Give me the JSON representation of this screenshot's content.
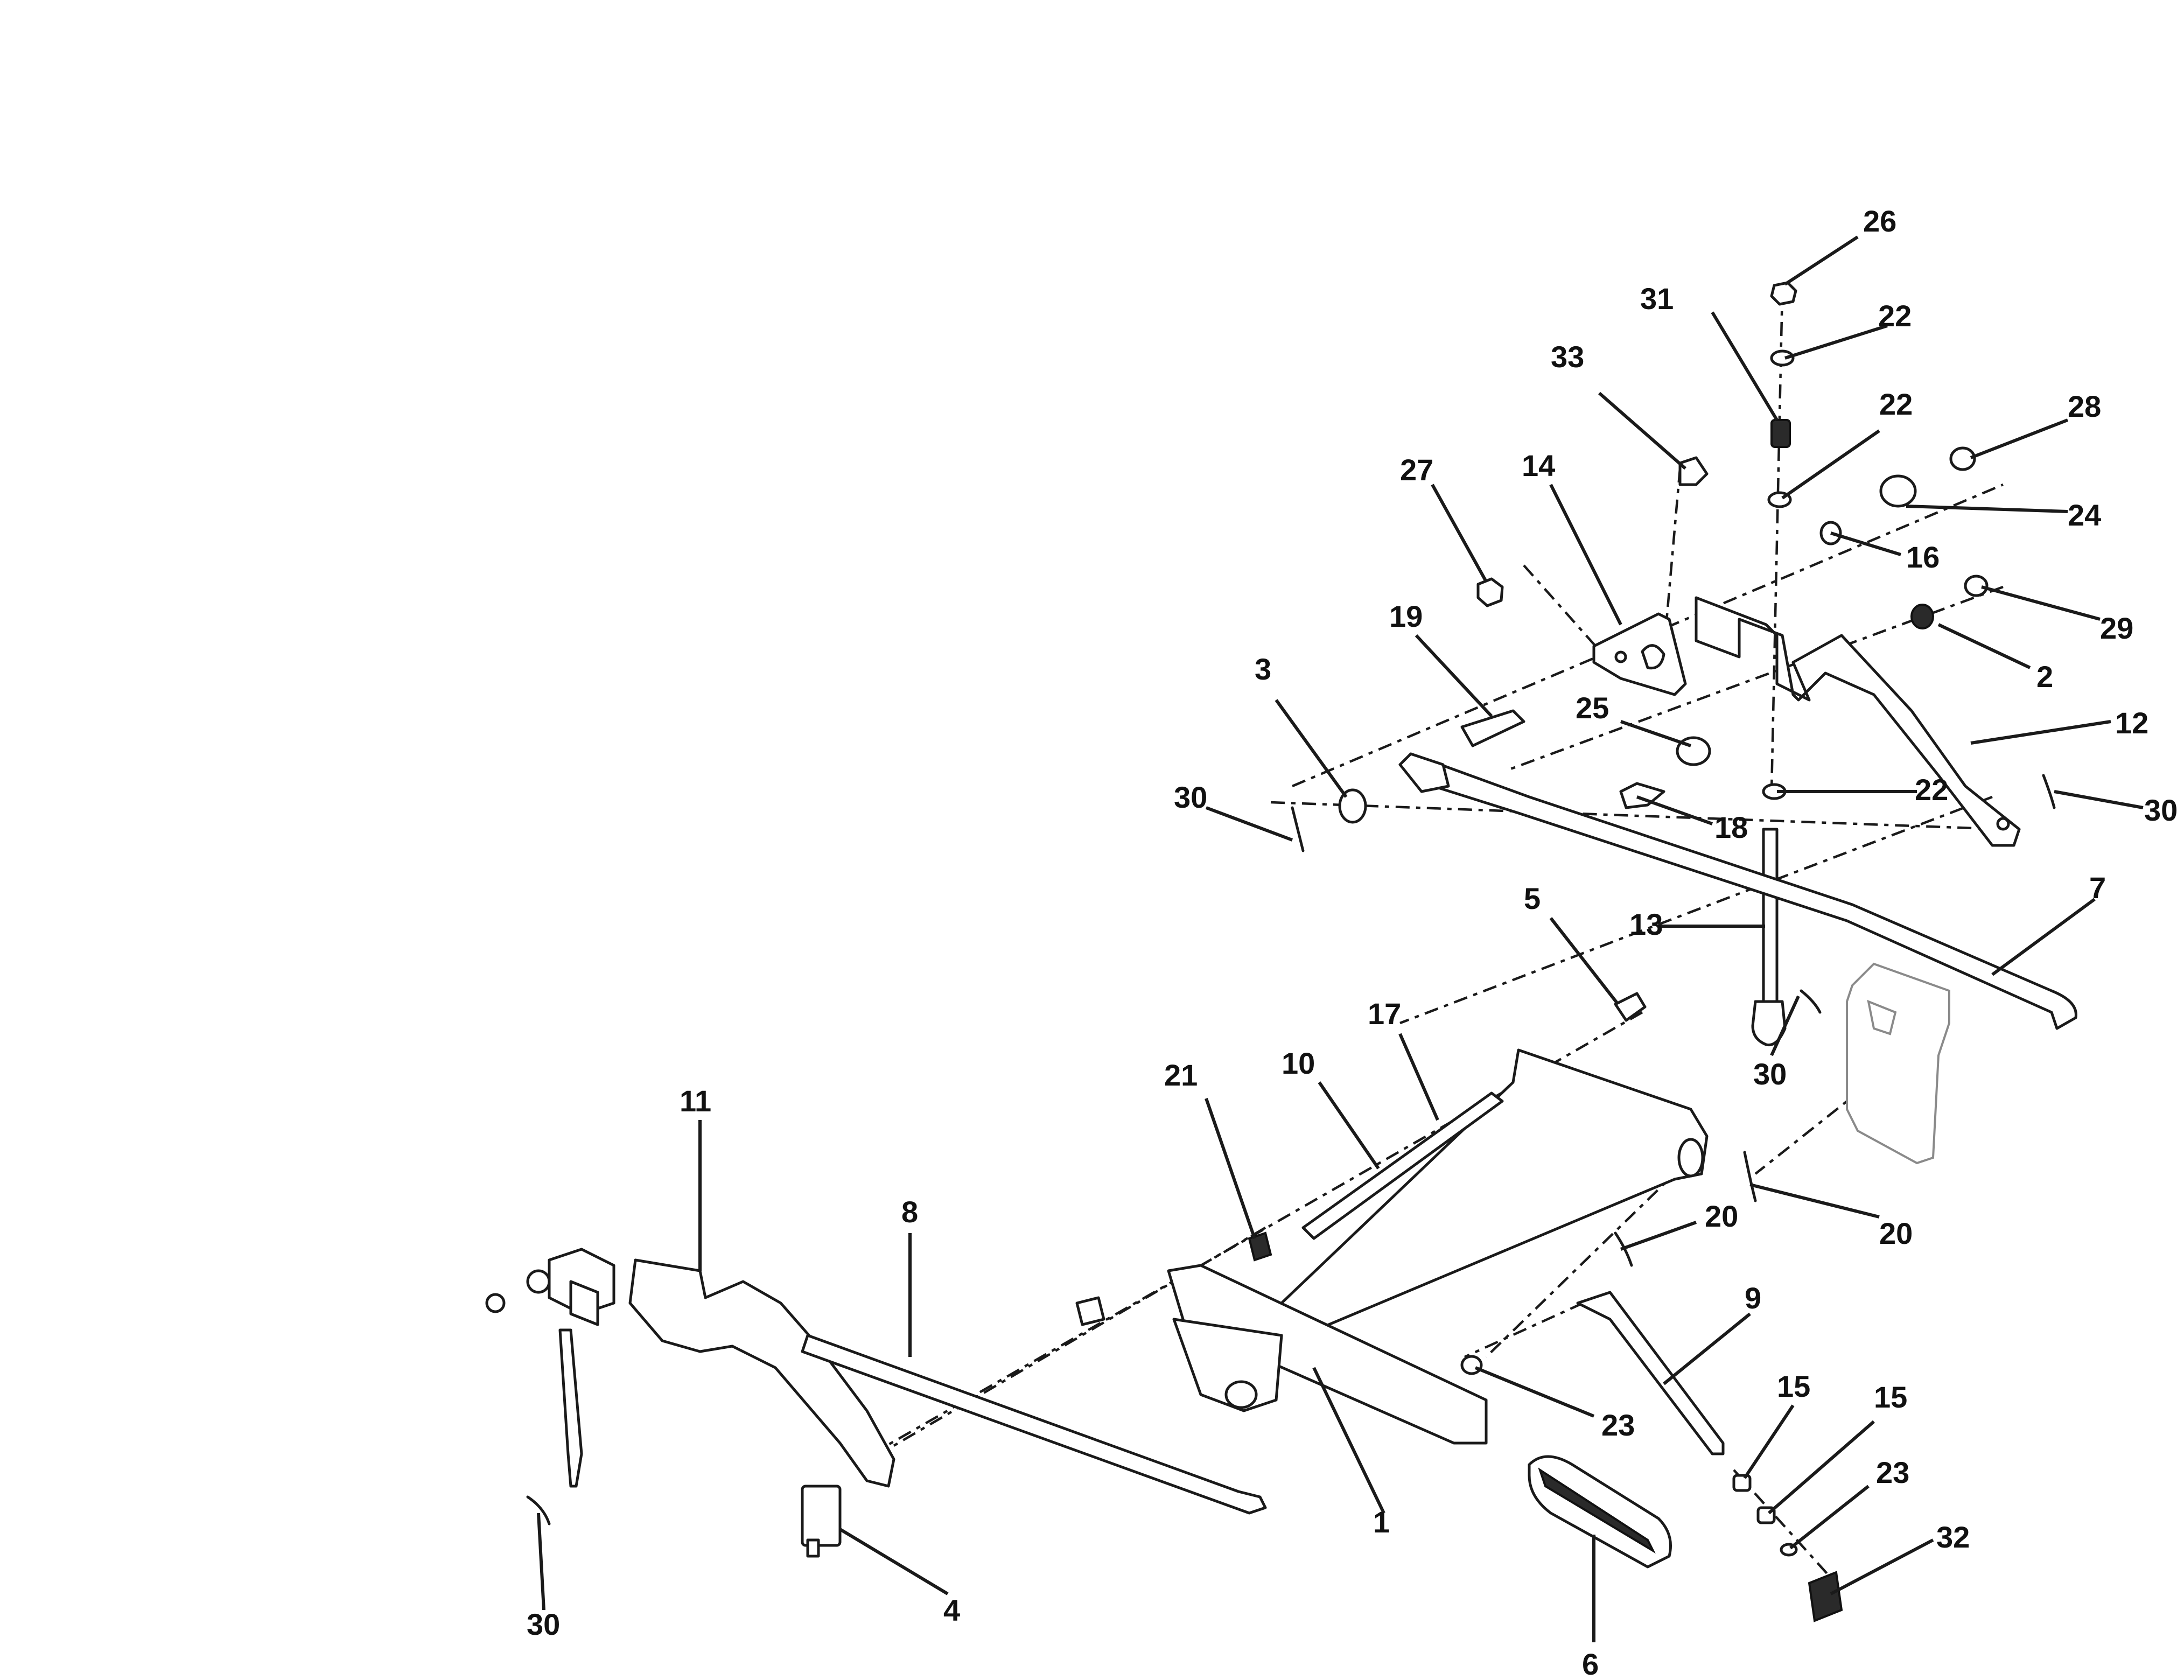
{
  "callouts": [
    {
      "id": "1",
      "label": "1"
    },
    {
      "id": "2",
      "label": "2"
    },
    {
      "id": "3",
      "label": "3"
    },
    {
      "id": "4",
      "label": "4"
    },
    {
      "id": "5",
      "label": "5"
    },
    {
      "id": "6",
      "label": "6"
    },
    {
      "id": "7",
      "label": "7"
    },
    {
      "id": "8",
      "label": "8"
    },
    {
      "id": "9",
      "label": "9"
    },
    {
      "id": "10",
      "label": "10"
    },
    {
      "id": "11",
      "label": "11"
    },
    {
      "id": "12",
      "label": "12"
    },
    {
      "id": "13",
      "label": "13"
    },
    {
      "id": "14",
      "label": "14"
    },
    {
      "id": "15a",
      "label": "15"
    },
    {
      "id": "15b",
      "label": "15"
    },
    {
      "id": "16",
      "label": "16"
    },
    {
      "id": "17",
      "label": "17"
    },
    {
      "id": "18",
      "label": "18"
    },
    {
      "id": "19",
      "label": "19"
    },
    {
      "id": "20a",
      "label": "20"
    },
    {
      "id": "20b",
      "label": "20"
    },
    {
      "id": "21",
      "label": "21"
    },
    {
      "id": "22a",
      "label": "22"
    },
    {
      "id": "22b",
      "label": "22"
    },
    {
      "id": "22c",
      "label": "22"
    },
    {
      "id": "23a",
      "label": "23"
    },
    {
      "id": "23b",
      "label": "23"
    },
    {
      "id": "24",
      "label": "24"
    },
    {
      "id": "25",
      "label": "25"
    },
    {
      "id": "26",
      "label": "26"
    },
    {
      "id": "27",
      "label": "27"
    },
    {
      "id": "28",
      "label": "28"
    },
    {
      "id": "29",
      "label": "29"
    },
    {
      "id": "30a",
      "label": "30"
    },
    {
      "id": "30b",
      "label": "30"
    },
    {
      "id": "30c",
      "label": "30"
    },
    {
      "id": "30d",
      "label": "30"
    },
    {
      "id": "31",
      "label": "31"
    },
    {
      "id": "32",
      "label": "32"
    },
    {
      "id": "33",
      "label": "33"
    }
  ]
}
